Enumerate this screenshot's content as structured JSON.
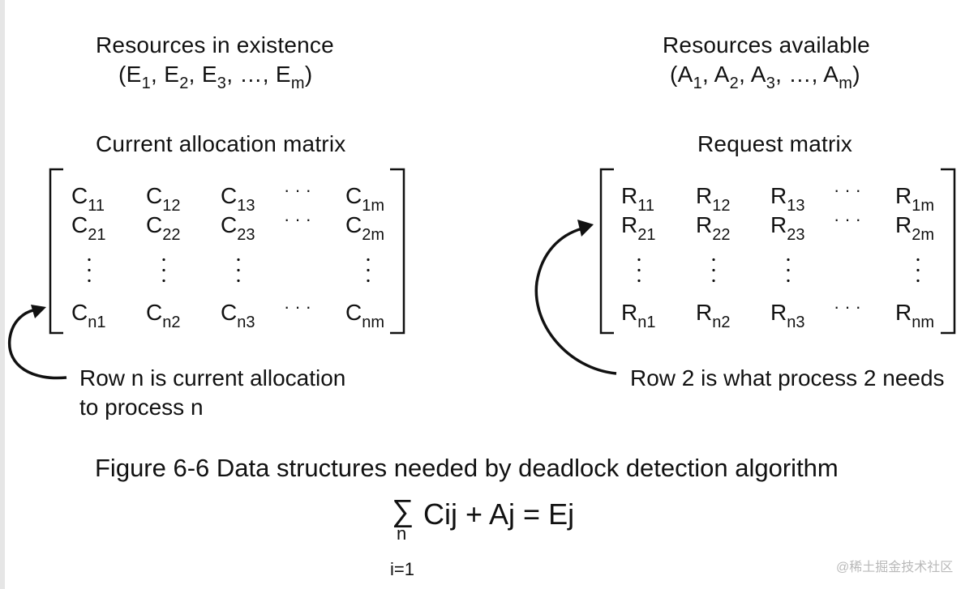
{
  "left": {
    "title": "Resources in existence",
    "vector": {
      "open": "(",
      "items": [
        {
          "base": "E",
          "sub": "1"
        },
        {
          "base": "E",
          "sub": "2"
        },
        {
          "base": "E",
          "sub": "3"
        }
      ],
      "ellipsis": "…",
      "last": {
        "base": "E",
        "sub": "m"
      },
      "close": ")"
    },
    "matrix_title": "Current allocation matrix",
    "matrix": {
      "letter": "C",
      "rows": [
        [
          "11",
          "12",
          "13",
          "1m"
        ],
        [
          "21",
          "22",
          "23",
          "2m"
        ],
        [
          "n1",
          "n2",
          "n3",
          "nm"
        ]
      ]
    },
    "note": [
      "Row n is current allocation",
      "to process n"
    ]
  },
  "right": {
    "title": "Resources available",
    "vector": {
      "open": "(",
      "items": [
        {
          "base": "A",
          "sub": "1"
        },
        {
          "base": "A",
          "sub": "2"
        },
        {
          "base": "A",
          "sub": "3"
        }
      ],
      "ellipsis": "…",
      "last": {
        "base": "A",
        "sub": "m"
      },
      "close": ")"
    },
    "matrix_title": "Request matrix",
    "matrix": {
      "letter": "R",
      "rows": [
        [
          "11",
          "12",
          "13",
          "1m"
        ],
        [
          "21",
          "22",
          "23",
          "2m"
        ],
        [
          "n1",
          "n2",
          "n3",
          "nm"
        ]
      ]
    },
    "note": [
      "Row 2 is what process 2 needs"
    ]
  },
  "caption": "Figure 6-6 Data structures needed by deadlock detection algorithm",
  "formula": {
    "sigma": "∑",
    "expression": "Cij + Aj = Ej",
    "lower": "n",
    "index": "i=1"
  },
  "watermark": "@稀土掘金技术社区"
}
